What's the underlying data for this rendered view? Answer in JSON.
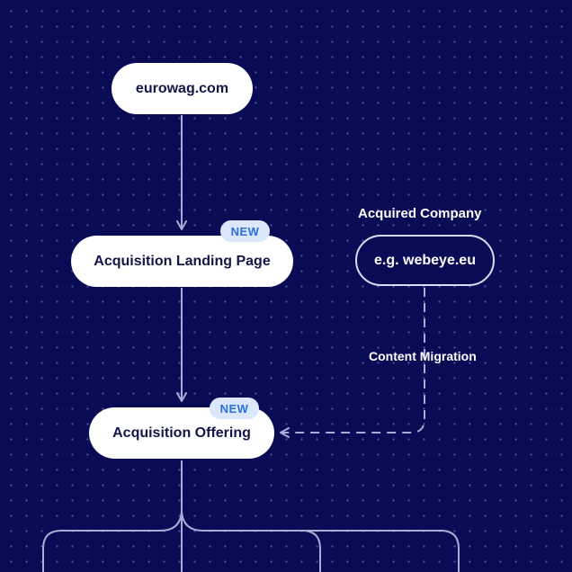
{
  "nodes": {
    "root": "eurowag.com",
    "landing": "Acquisition Landing Page",
    "offering": "Acquisition Offering",
    "acquired": "e.g. webeye.eu"
  },
  "badges": {
    "new": "NEW"
  },
  "labels": {
    "acquired_company": "Acquired Company",
    "content_migration": "Content Migration"
  },
  "colors": {
    "background": "#0a0b55",
    "node_fill": "#ffffff",
    "node_text": "#14164a",
    "badge_fill": "#dbe8fb",
    "badge_text": "#2d6fe0",
    "connector": "#a9acd6"
  }
}
